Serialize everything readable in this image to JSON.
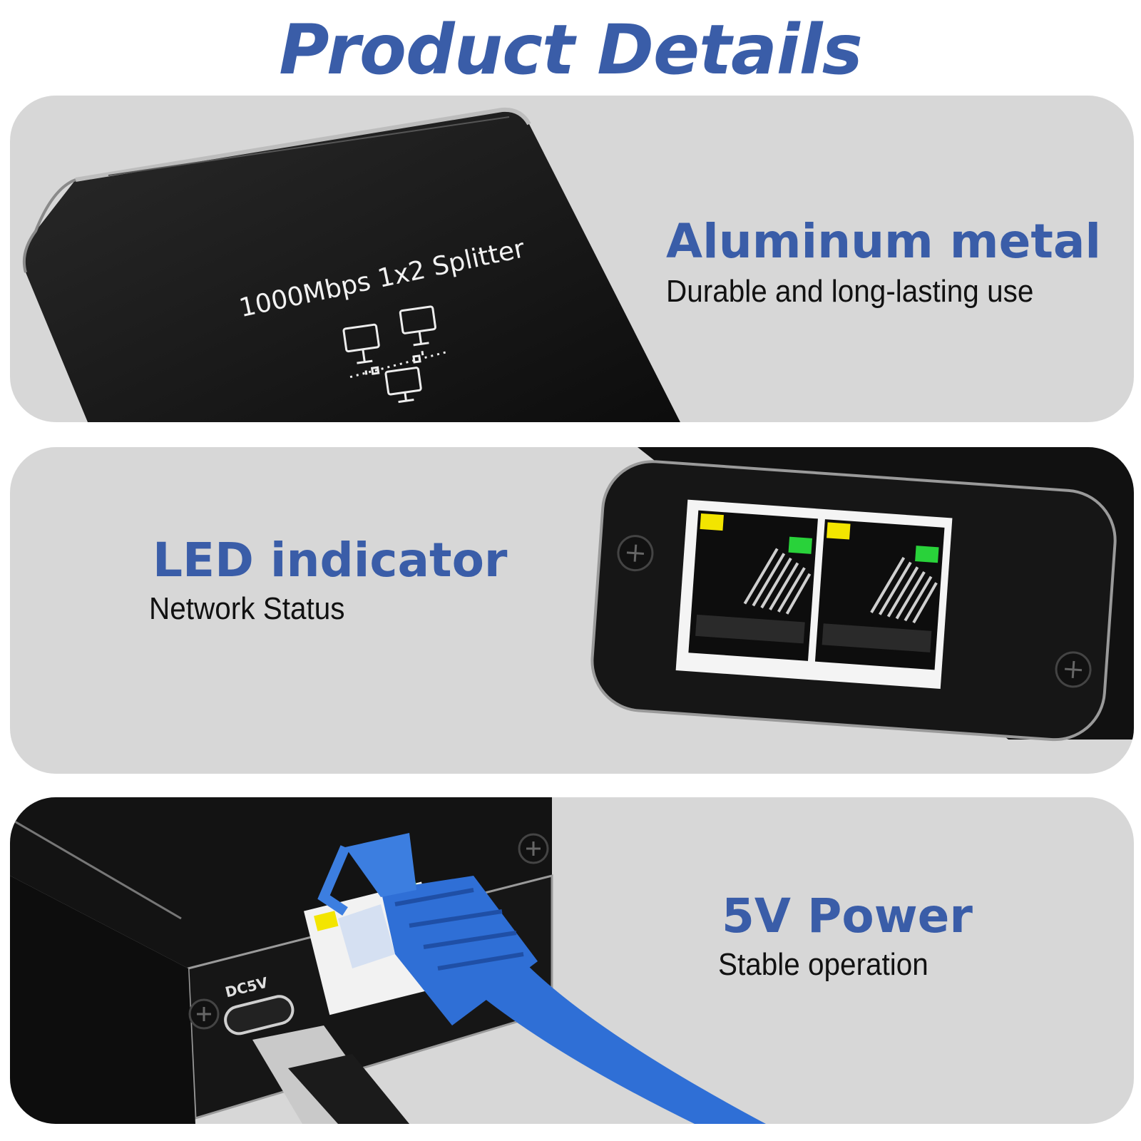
{
  "page": {
    "title": "Product Details"
  },
  "colors": {
    "accent_blue": "#3a5da8",
    "panel_bg": "#d7d7d7",
    "device_black": "#141414",
    "led_yellow": "#f3e500",
    "led_green": "#29d23a",
    "cable_blue": "#2f6fd6"
  },
  "features": [
    {
      "heading": "Aluminum metal",
      "description": "Durable and long-lasting use"
    },
    {
      "heading": "LED indicator",
      "description": "Network Status"
    },
    {
      "heading": "5V Power",
      "description": "Stable operation"
    }
  ],
  "device": {
    "top_label": "1000Mbps 1x2 Splitter",
    "port_label": "DC5V",
    "icon": "network-topology-icon"
  }
}
